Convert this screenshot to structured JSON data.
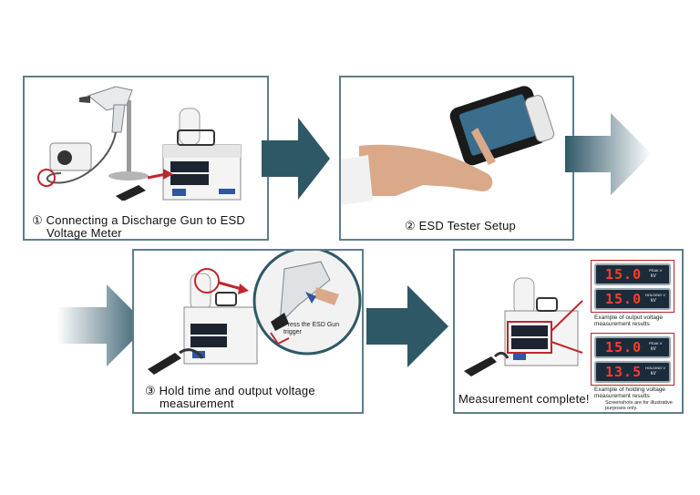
{
  "colors": {
    "panel_border": "#5d7f8a",
    "arrow_dark": "#2f5867",
    "highlight": "#c0262d",
    "display_digits": "#ff3b2f"
  },
  "step1": {
    "marker": "①",
    "caption_line1": "Connecting a Discharge Gun to ESD",
    "caption_line2": "Voltage Meter"
  },
  "step2": {
    "marker": "②",
    "caption": "ESD Tester Setup"
  },
  "step3": {
    "marker": "③",
    "caption_line1": "Hold time and output voltage",
    "caption_line2": "measurement",
    "callout_line1": "Press the ESD Gun",
    "callout_line2": "trigger"
  },
  "step4": {
    "caption": "Measurement complete!",
    "output_value": "15.0",
    "output_value_2": "15.0",
    "output_label_1": "PEAK V",
    "output_label_2": "HOLDING V",
    "unit": "kV",
    "output_note_line1": "Example of output voltage",
    "output_note_line2": "measurement results",
    "holding_value_1": "15.0",
    "holding_value_2": "13.5",
    "holding_note_line1": "Example of holding voltage",
    "holding_note_line2": "measurement results",
    "disclaimer_line1": "Screenshots are for illustrative",
    "disclaimer_line2": "purposes only."
  },
  "icons": [
    "discharge-gun-icon",
    "voltage-meter-icon",
    "tablet-icon",
    "hand-icon",
    "cable-icon"
  ]
}
